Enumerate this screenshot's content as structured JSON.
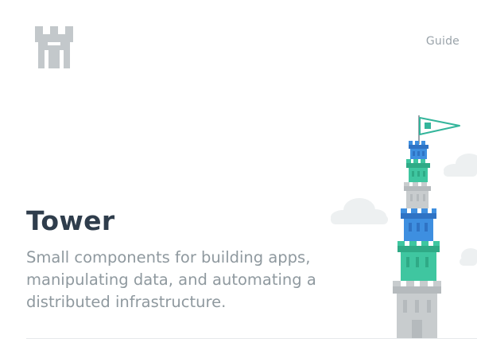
{
  "header": {
    "logo_icon": "castle-tower-logo-icon",
    "nav_link": "Guide"
  },
  "hero": {
    "title": "Tower",
    "subtitle": "Small components for building apps, manipulating data, and automating a distributed infrastructure."
  },
  "illustration": {
    "name": "stacked-tower-illustration",
    "colors": {
      "gray": "#c8ccce",
      "gray_dark": "#b5babd",
      "green": "#3fc6a0",
      "green_dark": "#2faa86",
      "blue": "#3e8fe0",
      "blue_dark": "#2f73c4",
      "cloud": "#edf0f1",
      "flag": "#ffffff",
      "flag_outline": "#33b59b"
    }
  },
  "theme": {
    "title_color": "#2f3d4c",
    "subtitle_color": "#8f999f",
    "link_color": "#9aa3aa",
    "logo_color": "#c3c8cb"
  }
}
